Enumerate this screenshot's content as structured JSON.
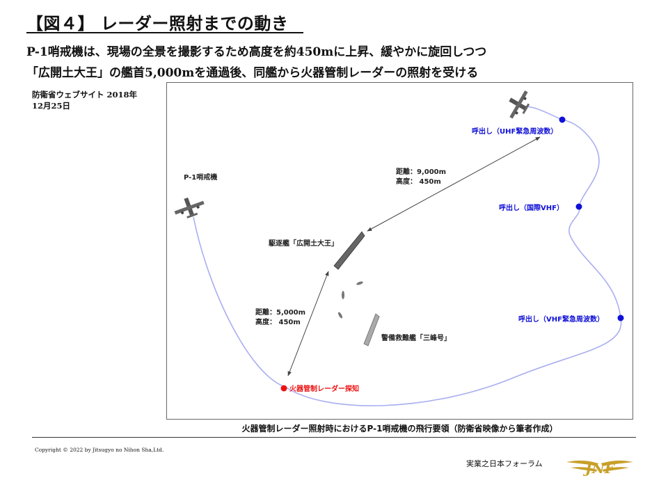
{
  "title": "【図４】 レーダー照射までの動き",
  "lead_lines": [
    "P-1哨戒機は、現場の全景を撮影するため高度を約450mに上昇、緩やかに旋回しつつ",
    "「広開土大王」の艦首5,000mを通過後、同艦から火器管制レーダーの照射を受ける"
  ],
  "source": {
    "line1": "防衛省ウェブサイト 2018年",
    "line2": "12月25日"
  },
  "diagram": {
    "aircraft_label": "P-1哨戒機",
    "destroyer_label": "駆逐艦「広開土大王」",
    "rescue_ship_label": "警備救難艦「三峰号」",
    "distance_far": {
      "distance": "距離：9,000m",
      "altitude": "高度：  450m"
    },
    "distance_near": {
      "distance": "距離：5,000m",
      "altitude": "高度：  450m"
    },
    "calls": [
      "呼出し（UHF緊急周波数）",
      "呼出し（国際VHF）",
      "呼出し（VHF緊急周波数）"
    ],
    "detection_label": "火器管制レーダー探知",
    "colors": {
      "path": "#a9aef0",
      "call_dot": "#1010d8",
      "detection": "#ee1111",
      "arrow": "#444444"
    }
  },
  "caption": "火器管制レーダー照射時におけるP-1哨戒機の飛行要領（防衛省映像から筆者作成）",
  "copyright": "Copyright © 2022 by Jitsugyo no Nihon Sha,Ltd.",
  "brand": "実業之日本フォーラム",
  "logo": {
    "text": "JNF",
    "color": "#c8a02a"
  }
}
